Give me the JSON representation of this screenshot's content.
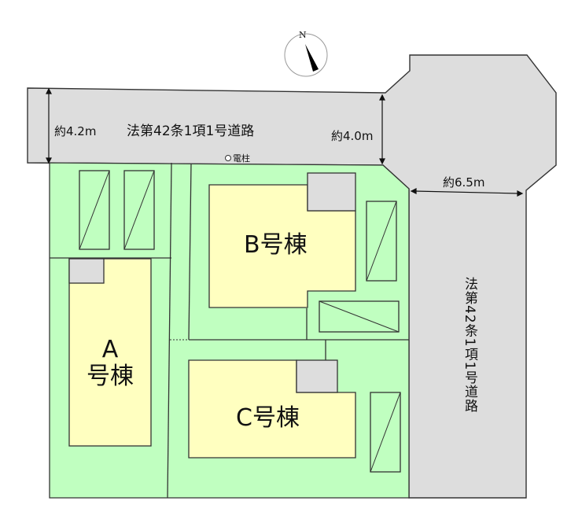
{
  "compass": {
    "north_label": "N"
  },
  "roads": {
    "top": {
      "label": "法第42条1項1号道路",
      "width_left": "約4.2m",
      "width_right": "約4.0m"
    },
    "right": {
      "label": "法第42条1項1号道路",
      "width": "約6.5m"
    }
  },
  "utility_pole": {
    "label": "電柱"
  },
  "buildings": {
    "a": {
      "line1": "A",
      "line2": "号棟"
    },
    "b": {
      "label": "B号棟"
    },
    "c": {
      "label": "C号棟"
    }
  },
  "colors": {
    "lot": "#c0ffc0",
    "house": "#ffffc0",
    "road": "#dddddd"
  }
}
